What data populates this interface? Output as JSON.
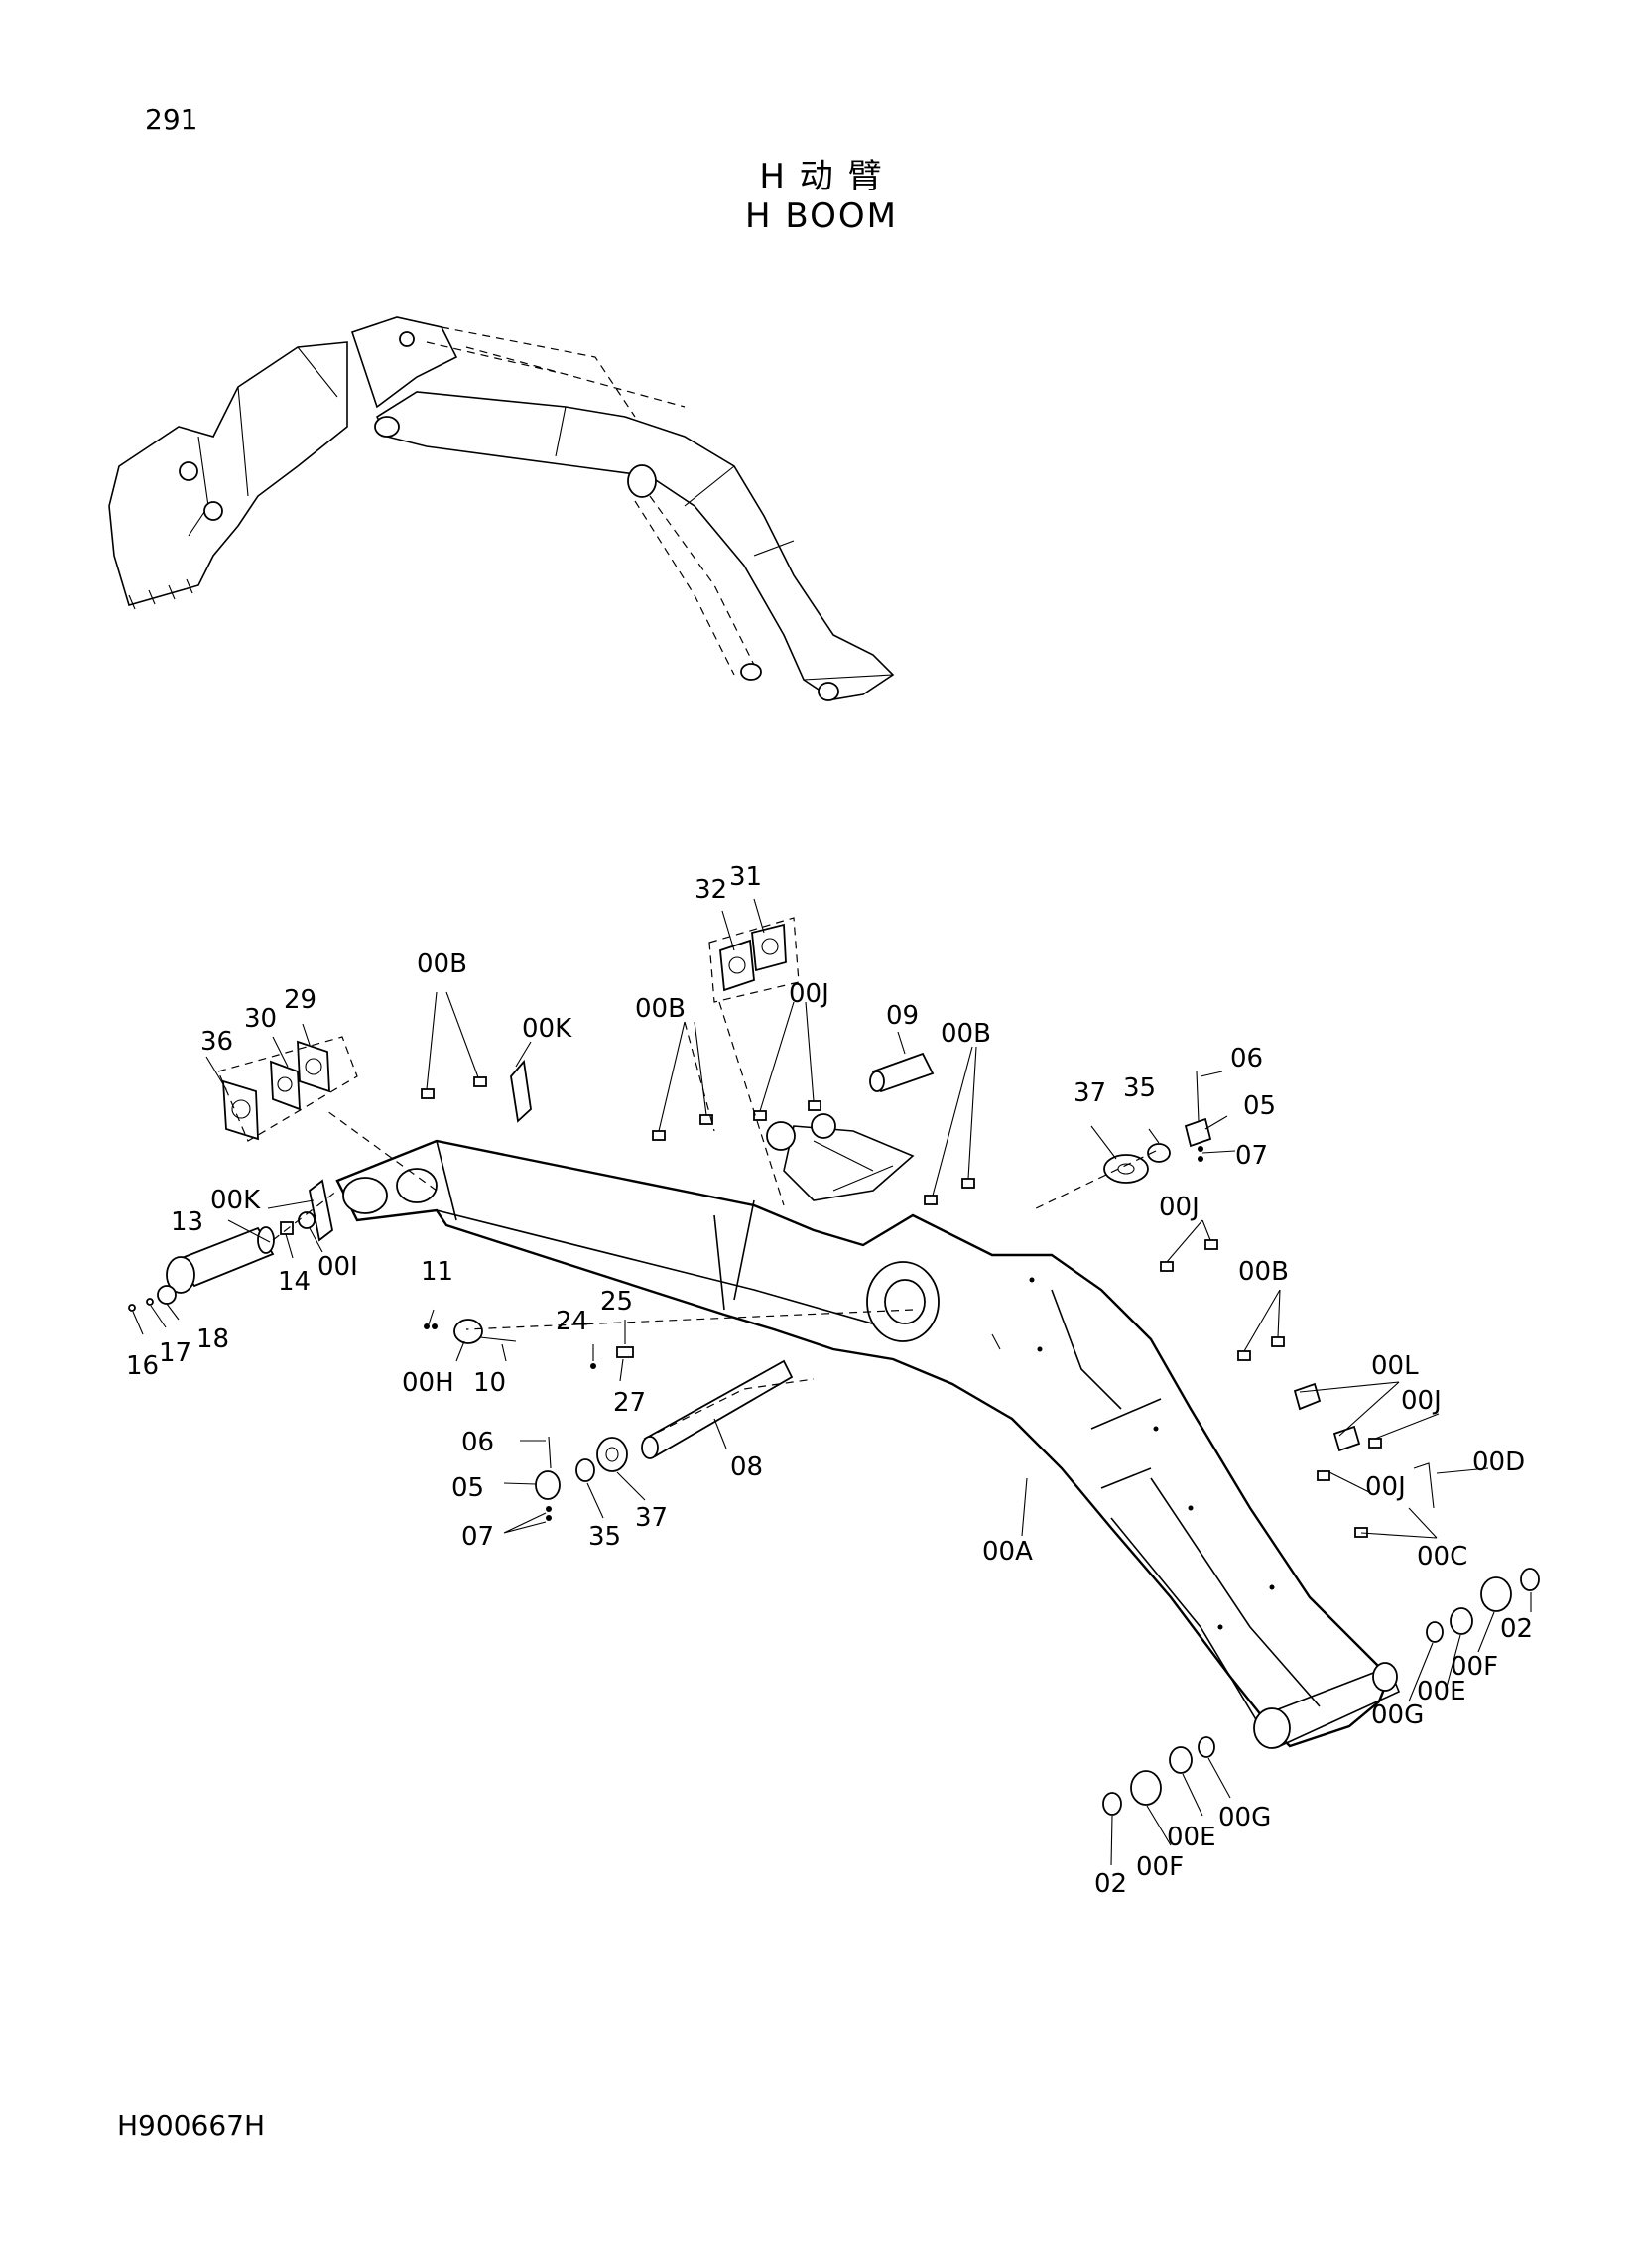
{
  "header": {
    "page_number": "291",
    "title_cn": "H 动 臂",
    "title_en": "H BOOM"
  },
  "footer": {
    "doc_code": "H900667H"
  },
  "callouts": [
    {
      "id": "c-32",
      "label": "32"
    },
    {
      "id": "c-31",
      "label": "31"
    },
    {
      "id": "c-00B-a",
      "label": "00B"
    },
    {
      "id": "c-00B-b",
      "label": "00B"
    },
    {
      "id": "c-00J-a",
      "label": "00J"
    },
    {
      "id": "c-09",
      "label": "09"
    },
    {
      "id": "c-00B-c",
      "label": "00B"
    },
    {
      "id": "c-00K-a",
      "label": "00K"
    },
    {
      "id": "c-36",
      "label": "36"
    },
    {
      "id": "c-30",
      "label": "30"
    },
    {
      "id": "c-29",
      "label": "29"
    },
    {
      "id": "c-06-a",
      "label": "06"
    },
    {
      "id": "c-37-a",
      "label": "37"
    },
    {
      "id": "c-35-a",
      "label": "35"
    },
    {
      "id": "c-05-a",
      "label": "05"
    },
    {
      "id": "c-07-a",
      "label": "07"
    },
    {
      "id": "c-00K-b",
      "label": "00K"
    },
    {
      "id": "c-00J-b",
      "label": "00J"
    },
    {
      "id": "c-13",
      "label": "13"
    },
    {
      "id": "c-00B-d",
      "label": "00B"
    },
    {
      "id": "c-14",
      "label": "14"
    },
    {
      "id": "c-00I",
      "label": "00I"
    },
    {
      "id": "c-11",
      "label": "11"
    },
    {
      "id": "c-16",
      "label": "16"
    },
    {
      "id": "c-17",
      "label": "17"
    },
    {
      "id": "c-18",
      "label": "18"
    },
    {
      "id": "c-24",
      "label": "24"
    },
    {
      "id": "c-25",
      "label": "25"
    },
    {
      "id": "c-00L",
      "label": "00L"
    },
    {
      "id": "c-00H",
      "label": "00H"
    },
    {
      "id": "c-10",
      "label": "10"
    },
    {
      "id": "c-27",
      "label": "27"
    },
    {
      "id": "c-00J-c",
      "label": "00J"
    },
    {
      "id": "c-06-b",
      "label": "06"
    },
    {
      "id": "c-08",
      "label": "08"
    },
    {
      "id": "c-00D",
      "label": "00D"
    },
    {
      "id": "c-00J-d",
      "label": "00J"
    },
    {
      "id": "c-05-b",
      "label": "05"
    },
    {
      "id": "c-07-b",
      "label": "07"
    },
    {
      "id": "c-35-b",
      "label": "35"
    },
    {
      "id": "c-37-b",
      "label": "37"
    },
    {
      "id": "c-00A",
      "label": "00A"
    },
    {
      "id": "c-00C",
      "label": "00C"
    },
    {
      "id": "c-02-a",
      "label": "02"
    },
    {
      "id": "c-00F-a",
      "label": "00F"
    },
    {
      "id": "c-00E-a",
      "label": "00E"
    },
    {
      "id": "c-00G-a",
      "label": "00G"
    },
    {
      "id": "c-00G-b",
      "label": "00G"
    },
    {
      "id": "c-00E-b",
      "label": "00E"
    },
    {
      "id": "c-00F-b",
      "label": "00F"
    },
    {
      "id": "c-02-b",
      "label": "02"
    }
  ]
}
